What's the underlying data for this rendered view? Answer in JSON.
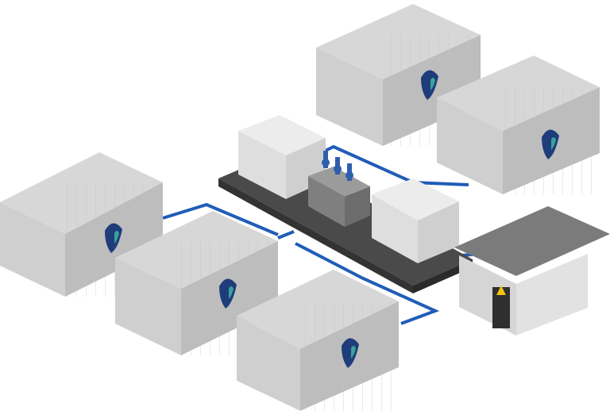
{
  "colors": {
    "background": "#ffffff",
    "container_top": "#d7d7d7",
    "container_front": "#cfcfcf",
    "container_side": "#bdbdbd",
    "container_lines": "#b3b3b3",
    "cable": "#1f5db8",
    "logo_blue": "#1f3d7a",
    "logo_teal": "#38a39a",
    "platform": "#4a4a4a",
    "cabinet": "#e5e5e5",
    "transformer": "#8c8c8c",
    "insulator": "#2e5faf",
    "building_roof": "#7b7b7b",
    "building_wall": "#e2e2e2",
    "door": "#2f2f2f",
    "warning": "#f1c40f"
  },
  "icons": {
    "container_logo": "v-drop-logo-icon",
    "warning_sign": "high-voltage-warning-icon"
  },
  "counts": {
    "containers": 5,
    "cabinets": 2,
    "transformers": 1,
    "buildings": 1
  }
}
